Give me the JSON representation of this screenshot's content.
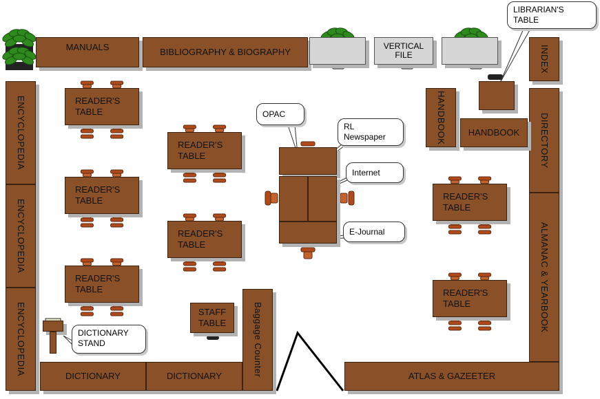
{
  "shelves": {
    "manuals": "MANUALS",
    "bibliography": "BIBLIOGRAPHY & BIOGRAPHY",
    "vertical_file": "VERTICAL FILE",
    "index": "INDEX",
    "directory": "DIRECTORY",
    "almanac": "ALMANAC & YEARBOOK",
    "handbook_v": "HANDBOOK",
    "handbook_h": "HANDBOOK",
    "encyclopedia": [
      "ENCYCLOPEDIA",
      "ENCYCLOPEDIA",
      "ENCYCLOPEDIA"
    ],
    "dictionary": [
      "DICTIONARY",
      "DICTIONARY"
    ],
    "atlas": "ATLAS & GAZEETER",
    "baggage": "Baggage Counter"
  },
  "tables": {
    "reader": "READER'S TABLE",
    "staff": "STAFF TABLE"
  },
  "callouts": {
    "librarian": "LIBRARIAN'S TABLE",
    "opac": "OPAC",
    "rl_newspaper": "RL Newspaper",
    "internet": "Internet",
    "ejournal": "E-Journal",
    "dictionary_stand": "DICTIONARY STAND"
  }
}
